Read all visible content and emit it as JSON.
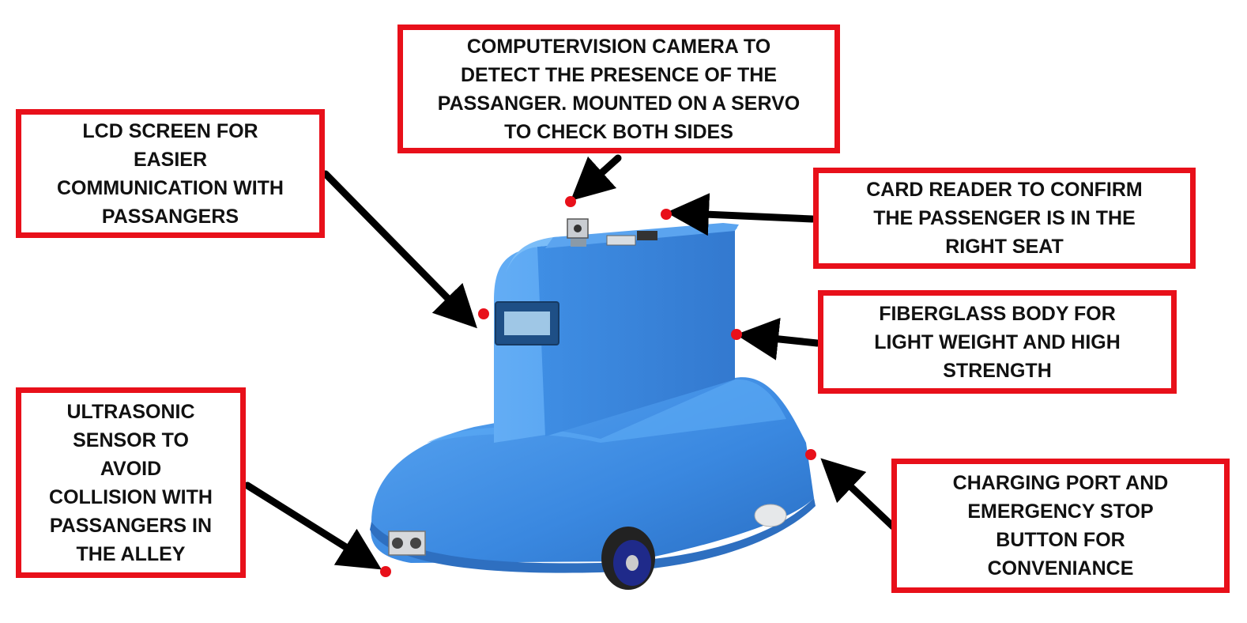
{
  "callouts": {
    "camera": "COMPUTERVISION CAMERA TO\nDETECT THE PRESENCE OF THE\nPASSANGER. MOUNTED ON A SERVO\nTO CHECK BOTH SIDES",
    "lcd": "LCD SCREEN FOR\nEASIER\nCOMMUNICATION WITH\nPASSANGERS",
    "card_reader": "CARD READER TO CONFIRM\nTHE PASSENGER IS IN THE\nRIGHT SEAT",
    "fiberglass": "FIBERGLASS BODY FOR\nLIGHT WEIGHT AND HIGH\nSTRENGTH",
    "ultrasonic": "ULTRASONIC\nSENSOR TO\nAVOID\nCOLLISION WITH\nPASSANGERS IN\nTHE ALLEY",
    "charging": "CHARGING PORT AND\nEMERGENCY STOP\nBUTTON FOR\nCONVENIANCE"
  },
  "colors": {
    "callout_border": "#e8101a",
    "marker_dot": "#e8101a",
    "arrow": "#000000",
    "robot_body": "#3f8fe6"
  }
}
